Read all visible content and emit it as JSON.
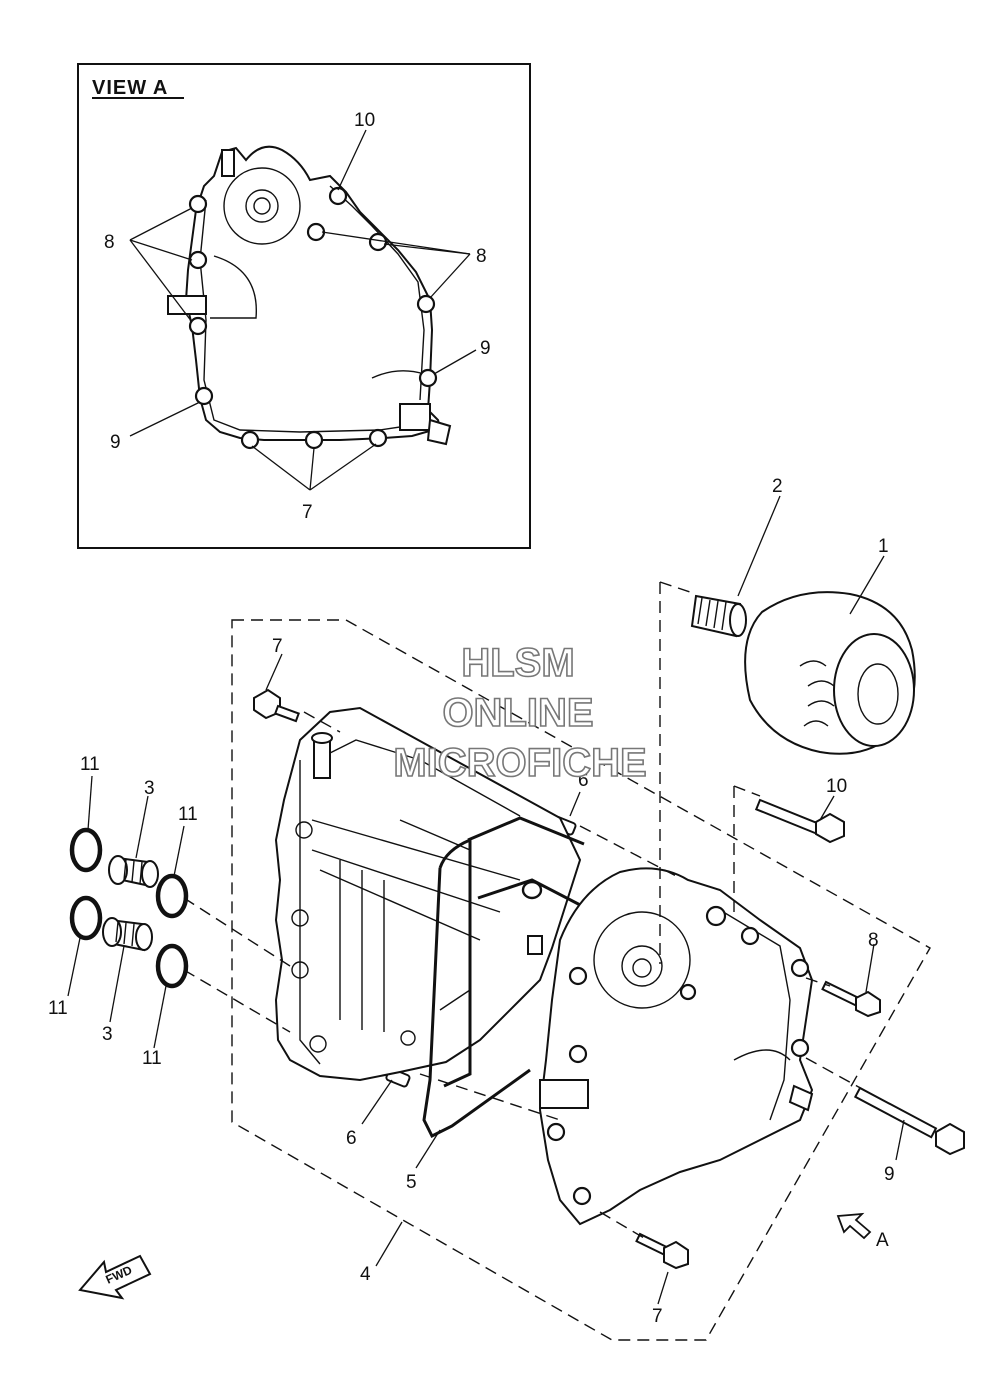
{
  "view_box": {
    "title": "VIEW A"
  },
  "labels": {
    "view_a": {
      "label_10": "10",
      "label_8_left": "8",
      "label_8_right": "8",
      "label_9_right": "9",
      "label_9_left": "9",
      "label_7": "7"
    },
    "main": {
      "label_1": "1",
      "label_2": "2",
      "label_3_top": "3",
      "label_3_bottom": "3",
      "label_4": "4",
      "label_5": "5",
      "label_6_top": "6",
      "label_6_bottom": "6",
      "label_7_top": "7",
      "label_7_bottom": "7",
      "label_8": "8",
      "label_9": "9",
      "label_10": "10",
      "label_11_a": "11",
      "label_11_b": "11",
      "label_11_c": "11",
      "label_11_d": "11",
      "label_a_arrow": "A",
      "fwd": "FWD"
    }
  },
  "watermark": {
    "line1": "HLSM",
    "line2": "ONLINE",
    "line3": "MICROFICHE"
  }
}
